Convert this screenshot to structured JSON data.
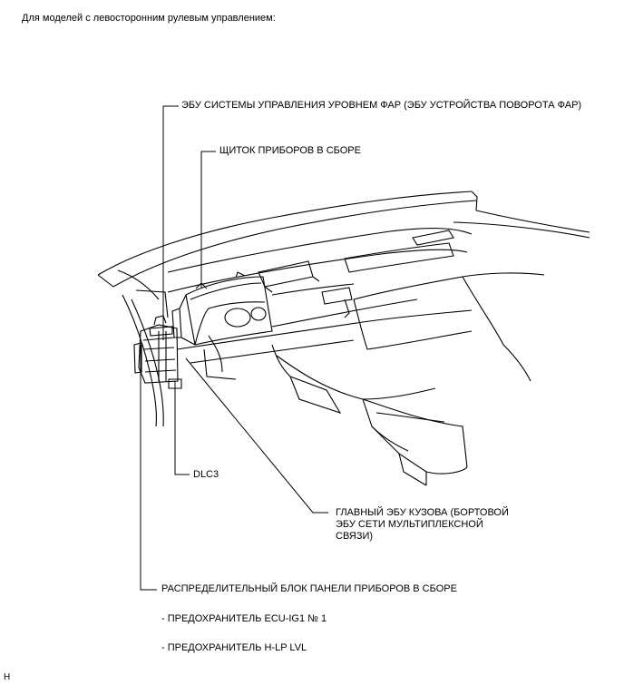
{
  "header": "Для моделей с левосторонним рулевым управлением:",
  "labels": {
    "headlight_ecu": "ЭБУ СИСТЕМЫ УПРАВЛЕНИЯ УРОВНЕМ ФАР (ЭБУ УСТРОЙСТВА ПОВОРОТА ФАР)",
    "combination_meter": "ЩИТОК ПРИБОРОВ В СБОРЕ",
    "dlc3": "DLC3",
    "main_body_ecu_line1": "ГЛАВНЫЙ ЭБУ КУЗОВА (БОРТОВОЙ",
    "main_body_ecu_line2": "ЭБУ СЕТИ МУЛЬТИПЛЕКСНОЙ",
    "main_body_ecu_line3": "СВЯЗИ)",
    "junction_block": "РАСПРЕДЕЛИТЕЛЬНЫЙ БЛОК ПАНЕЛИ ПРИБОРОВ В СБОРЕ",
    "fuse_1": "- ПРЕДОХРАНИТЕЛЬ ECU-IG1 № 1",
    "fuse_2": "- ПРЕДОХРАНИТЕЛЬ H-LP LVL"
  },
  "footer_code": "H"
}
